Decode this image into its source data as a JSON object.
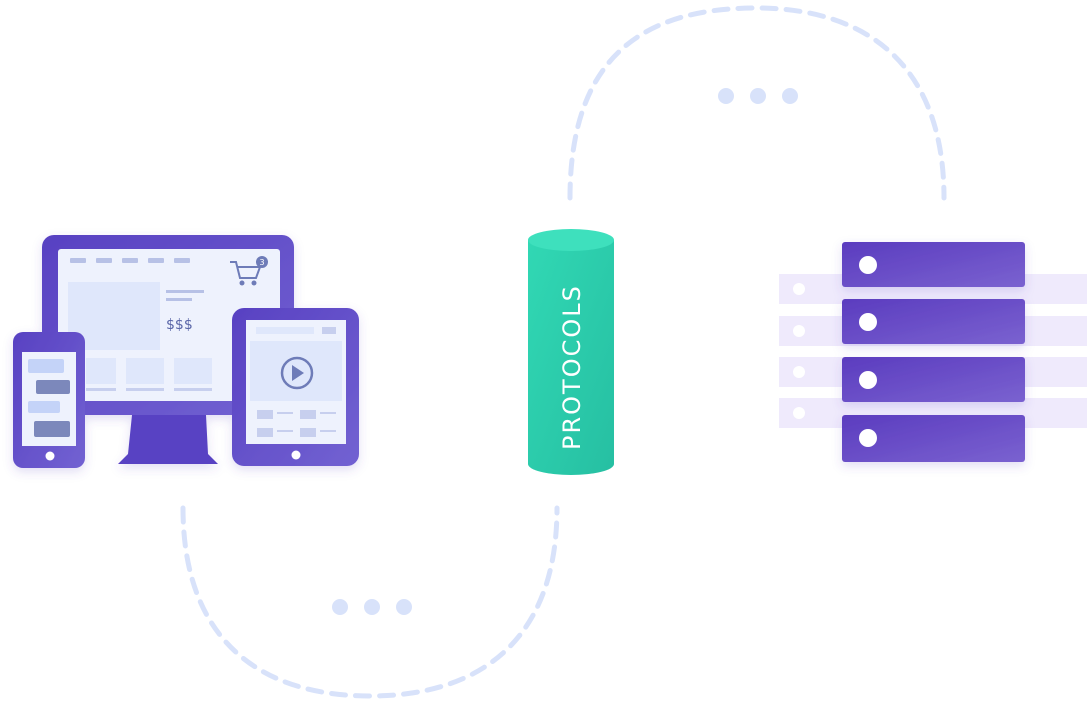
{
  "diagram": {
    "center_label": "PROTOCOLS",
    "price_text": "$$$",
    "cart_badge_count": "3",
    "nodes": [
      {
        "name": "client-devices",
        "icon": "devices-icon"
      },
      {
        "name": "protocols",
        "icon": "cylinder-icon"
      },
      {
        "name": "server-rack",
        "icon": "server-icon"
      }
    ],
    "colors": {
      "device_purple": "#5b44c4",
      "device_screen": "#eef2fd",
      "cylinder_green": "#2fd3b0",
      "server_purple": "#5a3fbe",
      "server_ghost": "#efeafc",
      "dashed_path": "#d8e2fa"
    }
  }
}
